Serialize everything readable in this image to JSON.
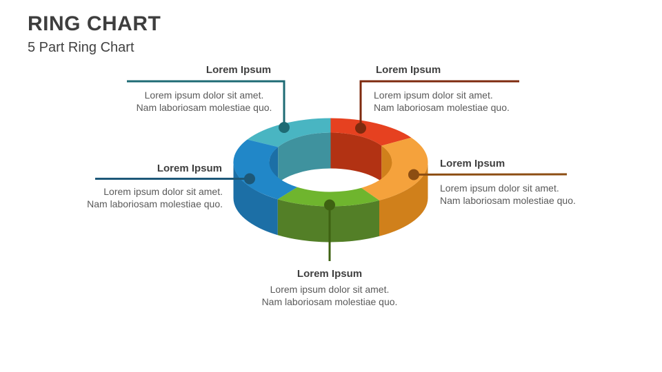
{
  "slide": {
    "title": "RING CHART",
    "subtitle": "5 Part Ring Chart"
  },
  "chart_data": {
    "type": "ring",
    "style": "3d-extruded-donut",
    "parts": 5,
    "segments": [
      {
        "id": "teal",
        "start": 211,
        "end": 270,
        "top_color": "#49B5C2",
        "side_color": "#3F929E",
        "accent_color": "#1E6B74"
      },
      {
        "id": "red",
        "start": 270,
        "end": 326,
        "top_color": "#E64120",
        "side_color": "#B23213",
        "accent_color": "#7E2A0E"
      },
      {
        "id": "orange",
        "start": 326,
        "end": 420,
        "top_color": "#F5A23C",
        "side_color": "#D0801B",
        "accent_color": "#8C4D12"
      },
      {
        "id": "green",
        "start": 60,
        "end": 123,
        "top_color": "#6FB52E",
        "side_color": "#537F27",
        "accent_color": "#3E6212"
      },
      {
        "id": "blue",
        "start": 123,
        "end": 211,
        "top_color": "#2187C8",
        "side_color": "#1C6FA6",
        "accent_color": "#1D5878"
      }
    ],
    "inner_walls": [
      {
        "seg": "blue",
        "a1": 180,
        "a2": 211
      },
      {
        "seg": "teal",
        "a1": 211,
        "a2": 270
      },
      {
        "seg": "red",
        "a1": 270,
        "a2": 326
      },
      {
        "seg": "orange",
        "a1": 326,
        "a2": 360
      }
    ],
    "outer_walls": [
      {
        "seg": "orange",
        "a1": 0,
        "a2": 60
      },
      {
        "seg": "green",
        "a1": 60,
        "a2": 123
      },
      {
        "seg": "blue",
        "a1": 123,
        "a2": 180
      }
    ]
  },
  "callouts": [
    {
      "id": "top-left",
      "segment": "teal",
      "title": "Lorem Ipsum",
      "line1": "Lorem ipsum dolor sit amet.",
      "line2": "Nam laboriosam molestiae quo."
    },
    {
      "id": "top-right",
      "segment": "red",
      "title": "Lorem Ipsum",
      "line1": "Lorem ipsum dolor sit amet.",
      "line2": "Nam laboriosam molestiae quo."
    },
    {
      "id": "left",
      "segment": "blue",
      "title": "Lorem Ipsum",
      "line1": "Lorem ipsum dolor sit amet.",
      "line2": "Nam laboriosam molestiae quo."
    },
    {
      "id": "right",
      "segment": "orange",
      "title": "Lorem Ipsum",
      "line1": "Lorem ipsum dolor sit amet.",
      "line2": "Nam laboriosam molestiae quo."
    },
    {
      "id": "bottom",
      "segment": "green",
      "title": "Lorem Ipsum",
      "line1": "Lorem ipsum dolor sit amet.",
      "line2": "Nam laboriosam molestiae quo."
    }
  ]
}
